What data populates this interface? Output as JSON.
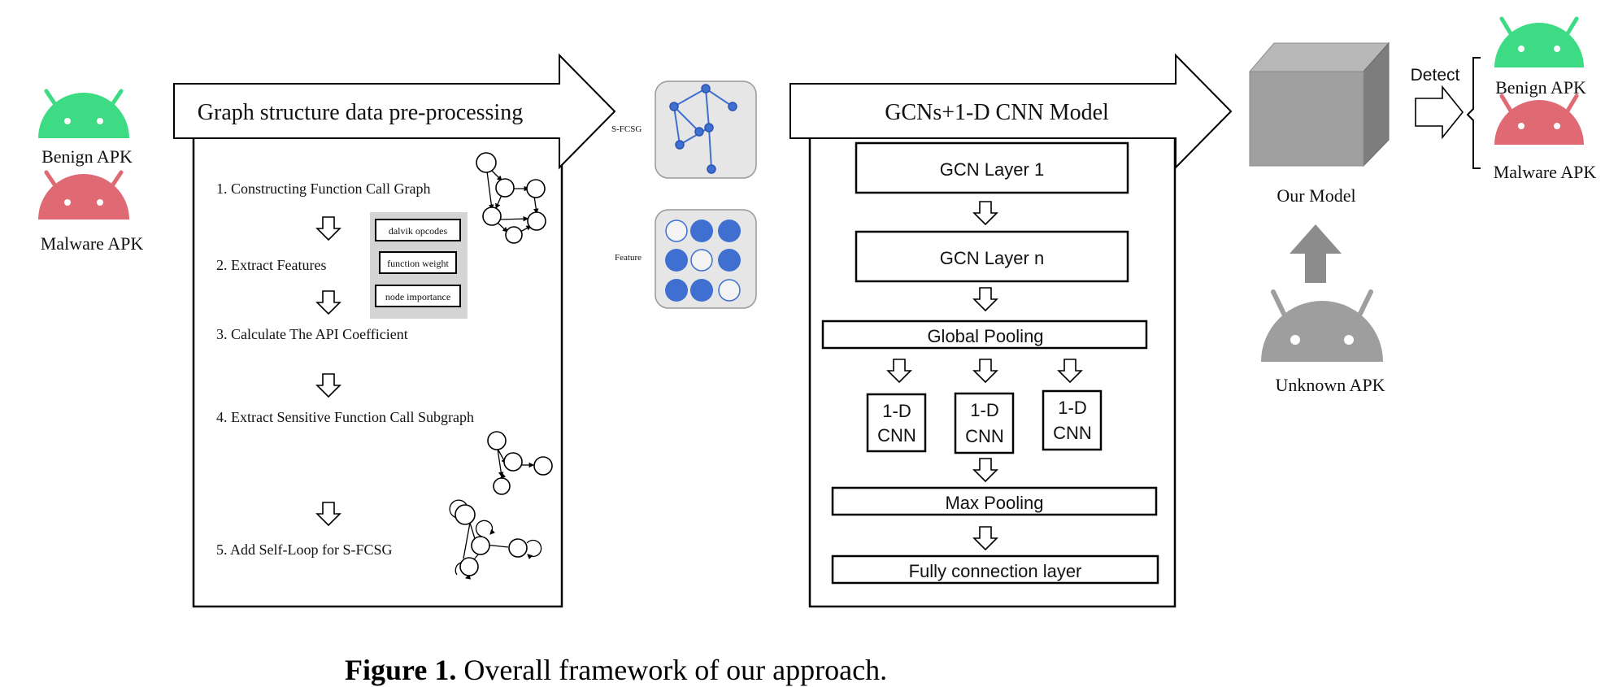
{
  "inputs": {
    "benign_label": "Benign APK",
    "malware_label": "Malware APK",
    "benign_color": "#3ddc84",
    "malware_color": "#e06a74"
  },
  "preprocessing": {
    "title": "Graph structure data pre-processing",
    "steps": [
      "1. Constructing Function Call Graph",
      "2. Extract Features",
      "3. Calculate The API Coefficient",
      "4. Extract Sensitive Function Call Subgraph",
      "5. Add Self-Loop for S-FCSG"
    ],
    "features": [
      "dalvik opcodes",
      "function weight",
      "node importance"
    ]
  },
  "intermediate": {
    "sfcsg_label": "S-FCSG",
    "feature_label": "Feature",
    "accent_color": "#3e6fd1"
  },
  "model": {
    "title": "GCNs+1-D CNN Model",
    "gcn_layer_1": "GCN Layer 1",
    "gcn_layer_n": "GCN Layer n",
    "global_pooling": "Global Pooling",
    "cnn_blocks": [
      {
        "line1": "1-D",
        "line2": "CNN"
      },
      {
        "line1": "1-D",
        "line2": "CNN"
      },
      {
        "line1": "1-D",
        "line2": "CNN"
      }
    ],
    "max_pooling": "Max Pooling",
    "fully_connection": "Fully connection layer"
  },
  "output": {
    "our_model_label": "Our Model",
    "unknown_label": "Unknown APK",
    "detect_label": "Detect",
    "benign_label": "Benign APK",
    "malware_label": "Malware APK",
    "unknown_color": "#9e9e9e"
  },
  "caption": {
    "prefix": "Figure 1.",
    "text": " Overall framework of our approach."
  }
}
